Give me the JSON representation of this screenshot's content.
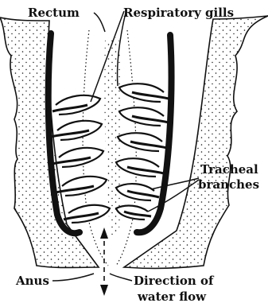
{
  "labels": {
    "rectum": "Rectum",
    "respiratory_gills": "Respiratory gills",
    "tracheal_line1": "Tracheal",
    "tracheal_line2": "branches",
    "anus": "Anus",
    "direction_line1": "Direction of",
    "direction_line2": "water flow"
  },
  "colors": {
    "ink": "#111111",
    "background": "#ffffff",
    "gill_fill": "#ffffff"
  },
  "gills": {
    "left_count": 5,
    "right_count": 6
  }
}
